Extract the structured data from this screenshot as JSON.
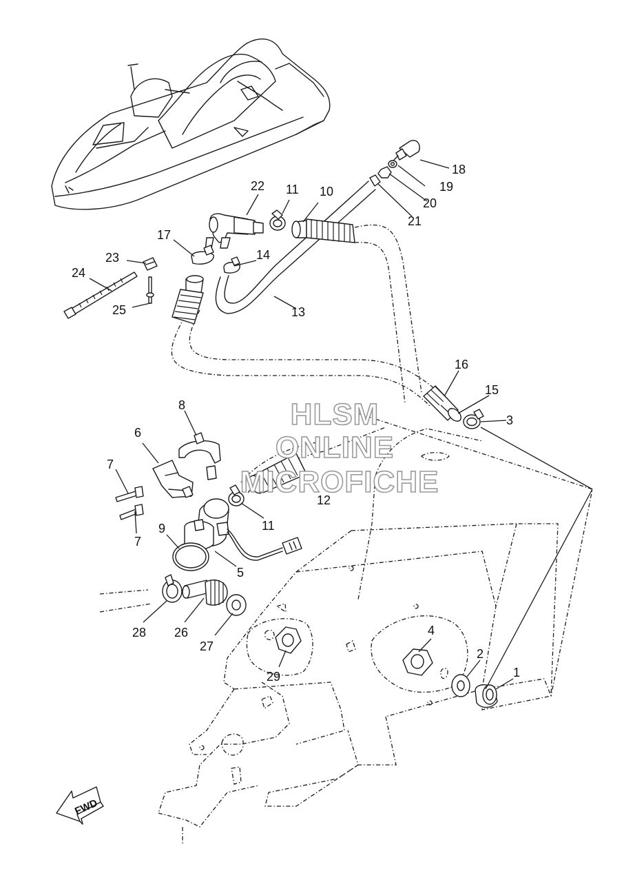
{
  "parts": [
    {
      "no": "1"
    },
    {
      "no": "2"
    },
    {
      "no": "3"
    },
    {
      "no": "4"
    },
    {
      "no": "5"
    },
    {
      "no": "6"
    },
    {
      "no": "7"
    },
    {
      "no": "8"
    },
    {
      "no": "9"
    },
    {
      "no": "10"
    },
    {
      "no": "11"
    },
    {
      "no": "12"
    },
    {
      "no": "13"
    },
    {
      "no": "14"
    },
    {
      "no": "15"
    },
    {
      "no": "16"
    },
    {
      "no": "17"
    },
    {
      "no": "18"
    },
    {
      "no": "19"
    },
    {
      "no": "20"
    },
    {
      "no": "21"
    },
    {
      "no": "22"
    },
    {
      "no": "23"
    },
    {
      "no": "24"
    },
    {
      "no": "25"
    },
    {
      "no": "26"
    },
    {
      "no": "27"
    },
    {
      "no": "28"
    },
    {
      "no": "29"
    }
  ],
  "watermark": {
    "line1": "HLSM",
    "line2": "ONLINE",
    "line3": "MICROFICHE"
  },
  "direction": {
    "label": "FWD"
  },
  "colors": {
    "line": "#1a1a1a",
    "watermark_outline": "#9a9a9a",
    "background": "#ffffff"
  }
}
